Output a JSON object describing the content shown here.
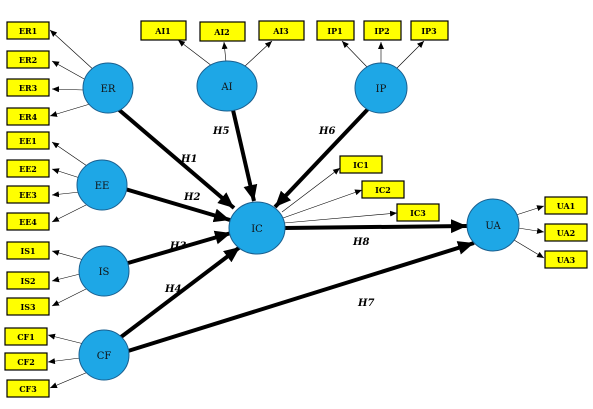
{
  "constructs": {
    "ER": "ER",
    "EE": "EE",
    "IS": "IS",
    "CF": "CF",
    "AI": "AI",
    "IP": "IP",
    "IC": "IC",
    "UA": "UA"
  },
  "indicators": {
    "ER": [
      "ER1",
      "ER2",
      "ER3",
      "ER4"
    ],
    "EE": [
      "EE1",
      "EE2",
      "EE3",
      "EE4"
    ],
    "IS": [
      "IS1",
      "IS2",
      "IS3"
    ],
    "CF": [
      "CF1",
      "CF2",
      "CF3"
    ],
    "AI": [
      "AI1",
      "AI2",
      "AI3"
    ],
    "IP": [
      "IP1",
      "IP2",
      "IP3"
    ],
    "IC": [
      "IC1",
      "IC2",
      "IC3"
    ],
    "UA": [
      "UA1",
      "UA2",
      "UA3"
    ]
  },
  "hypotheses": {
    "H1": "H1",
    "H2": "H2",
    "H3": "H3",
    "H4": "H4",
    "H5": "H5",
    "H6": "H6",
    "H7": "H7",
    "H8": "H8"
  },
  "colors": {
    "node_fill": "#1ea7e6",
    "box_fill": "#ffff00",
    "arrow": "#000000"
  }
}
